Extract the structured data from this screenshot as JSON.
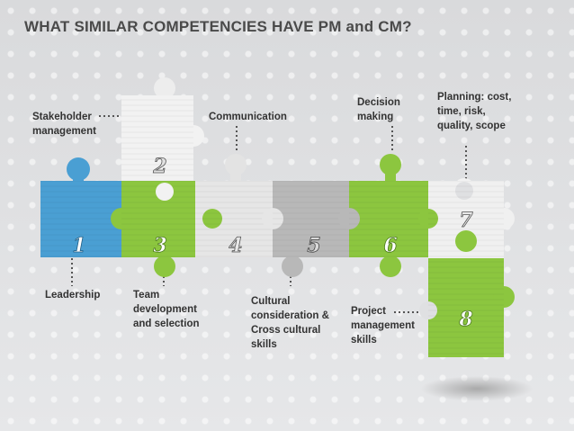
{
  "title": "WHAT SIMILAR COMPETENCIES HAVE PM and CM?",
  "colors": {
    "blue": "#4a9fd3",
    "green": "#8cc63f",
    "light_gray": "#f2f2f2",
    "mid_gray": "#d0d0d0",
    "dark_gray": "#b3b3b3",
    "text": "#333333"
  },
  "pieces": [
    {
      "number": "1",
      "color": "blue"
    },
    {
      "number": "2",
      "color": "light_gray"
    },
    {
      "number": "3",
      "color": "green"
    },
    {
      "number": "4",
      "color": "light_gray"
    },
    {
      "number": "5",
      "color": "dark_gray"
    },
    {
      "number": "6",
      "color": "green"
    },
    {
      "number": "7",
      "color": "light_gray"
    },
    {
      "number": "8",
      "color": "green"
    }
  ],
  "labels": {
    "stakeholder": "Stakeholder management",
    "communication": "Communication",
    "decision": "Decision making",
    "planning": "Planning: cost, time, risk, quality, scope",
    "leadership": "Leadership",
    "team": "Team development and selection",
    "cultural": "Cultural consideration & Cross cultural skills",
    "project": "Project management skills"
  }
}
